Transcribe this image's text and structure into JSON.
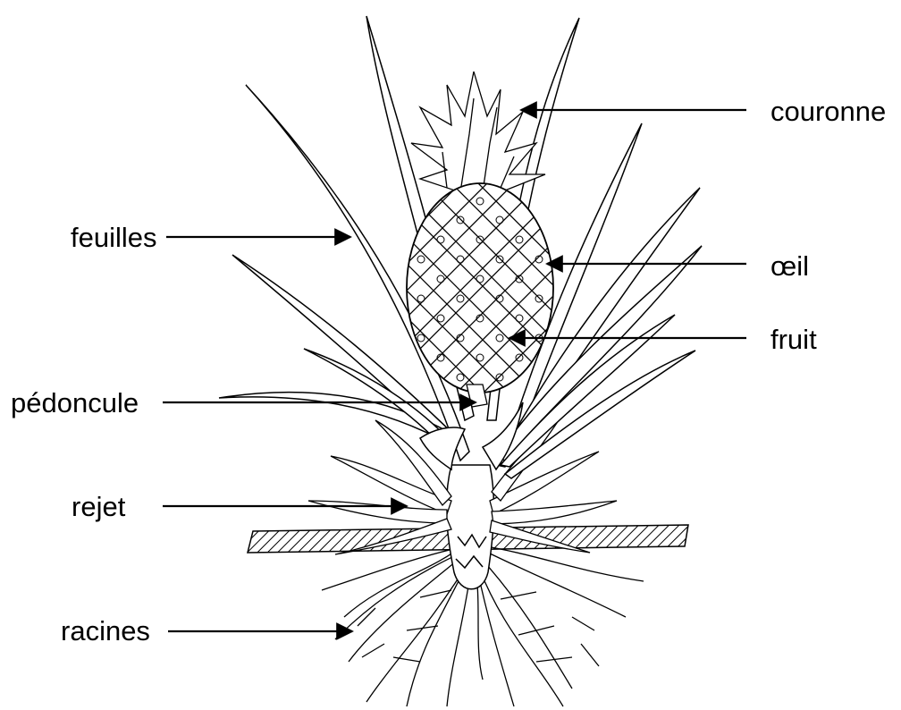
{
  "labels": {
    "couronne": "couronne",
    "feuilles": "feuilles",
    "oeil": "œil",
    "fruit": "fruit",
    "pedoncule": "pédoncule",
    "rejet": "rejet",
    "racines": "racines"
  },
  "colors": {
    "line": "#000000",
    "background": "#ffffff"
  }
}
